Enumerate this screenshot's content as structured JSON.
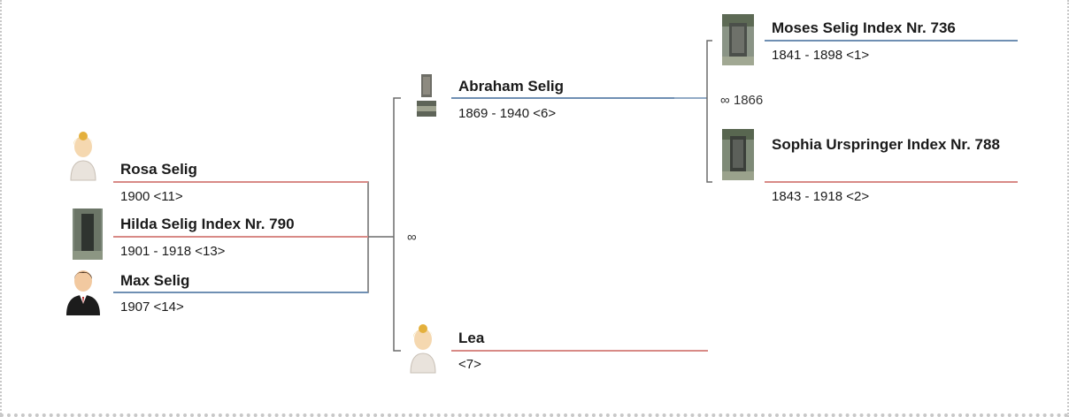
{
  "people": {
    "rosa": {
      "name": "Rosa Selig",
      "dates": "1900 <11>",
      "icon": "female-avatar-icon"
    },
    "hilda": {
      "name": "Hilda Selig Index Nr. 790",
      "dates": "1901 - 1918 <13>",
      "icon": "gravestone-photo-icon"
    },
    "max": {
      "name": "Max Selig",
      "dates": "1907 <14>",
      "icon": "male-avatar-icon"
    },
    "abraham": {
      "name": "Abraham Selig",
      "dates": "1869 - 1940 <6>",
      "icon": "gravestone-photo-icon"
    },
    "lea": {
      "name": "Lea",
      "dates": "<7>",
      "icon": "female-avatar-icon"
    },
    "moses": {
      "name": "Moses Selig Index Nr. 736",
      "dates": "1841 - 1898 <1>",
      "icon": "gravestone-photo-icon"
    },
    "sophia": {
      "name": "Sophia Urspringer Index Nr. 788",
      "dates": "1843 - 1918 <2>",
      "icon": "gravestone-photo-icon"
    }
  },
  "marriages": {
    "parents": "∞",
    "grandparents": "∞ 1866"
  },
  "colors": {
    "male_line": "#6f8fb3",
    "female_line": "#d88a86",
    "bracket": "#555555"
  }
}
